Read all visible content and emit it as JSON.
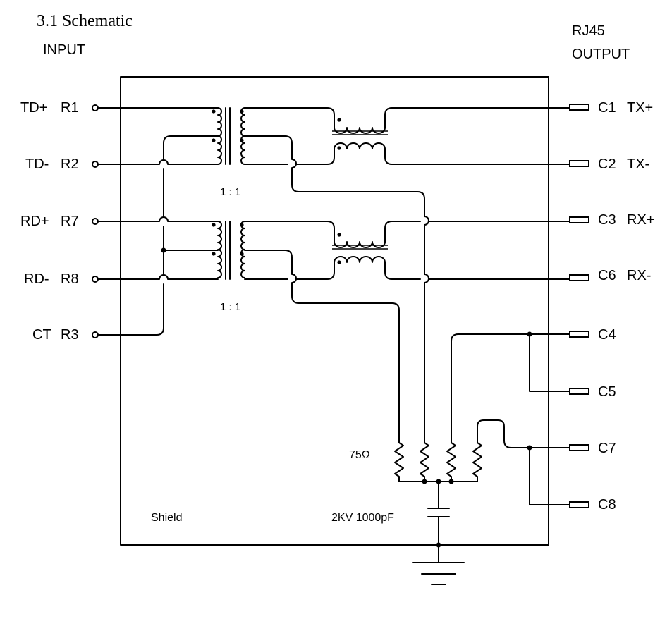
{
  "title": "3.1 Schematic",
  "input_label": "INPUT",
  "output_label": "RJ45\nOUTPUT",
  "output_label_lines": [
    "RJ45",
    "OUTPUT"
  ],
  "input_pins": [
    {
      "signal": "TD+",
      "pin": "R1"
    },
    {
      "signal": "TD-",
      "pin": "R2"
    },
    {
      "signal": "RD+",
      "pin": "R7"
    },
    {
      "signal": "RD-",
      "pin": "R8"
    },
    {
      "signal": "CT",
      "pin": "R3"
    }
  ],
  "output_pins": [
    {
      "pin": "C1",
      "signal": "TX+"
    },
    {
      "pin": "C2",
      "signal": "TX-"
    },
    {
      "pin": "C3",
      "signal": "RX+"
    },
    {
      "pin": "C6",
      "signal": "RX-"
    },
    {
      "pin": "C4",
      "signal": ""
    },
    {
      "pin": "C5",
      "signal": ""
    },
    {
      "pin": "C7",
      "signal": ""
    },
    {
      "pin": "C8",
      "signal": ""
    }
  ],
  "ratio_label_tx": "1 : 1",
  "ratio_label_rx": "1 : 1",
  "resistor_label": "75Ω",
  "capacitor_label": "2KV 1000pF",
  "shield_label": "Shield"
}
